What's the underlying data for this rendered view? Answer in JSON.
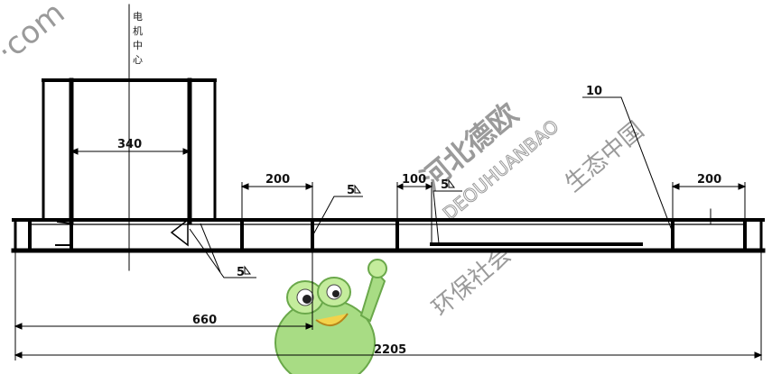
{
  "motor_center_label": [
    "电",
    "机",
    "中",
    "心"
  ],
  "dimensions": {
    "width_340": "340",
    "gap_200_left": "200",
    "weld_5_mid": "5",
    "gap_100": "100",
    "weld_5_right": "5",
    "thickness_10": "10",
    "gap_200_right": "200",
    "weld_5_bottom": "5",
    "length_660": "660",
    "length_2205": "2205"
  },
  "watermark": {
    "site_fragment": "·com",
    "company_cn": "河北德欧",
    "company_pinyin": "DEOUHUANBAO",
    "slogan_1": "环保社会",
    "slogan_2": "生态中国"
  },
  "colors": {
    "line": "#000000",
    "watermark": "#9a9a9a",
    "mascot": "#8fd16a"
  }
}
